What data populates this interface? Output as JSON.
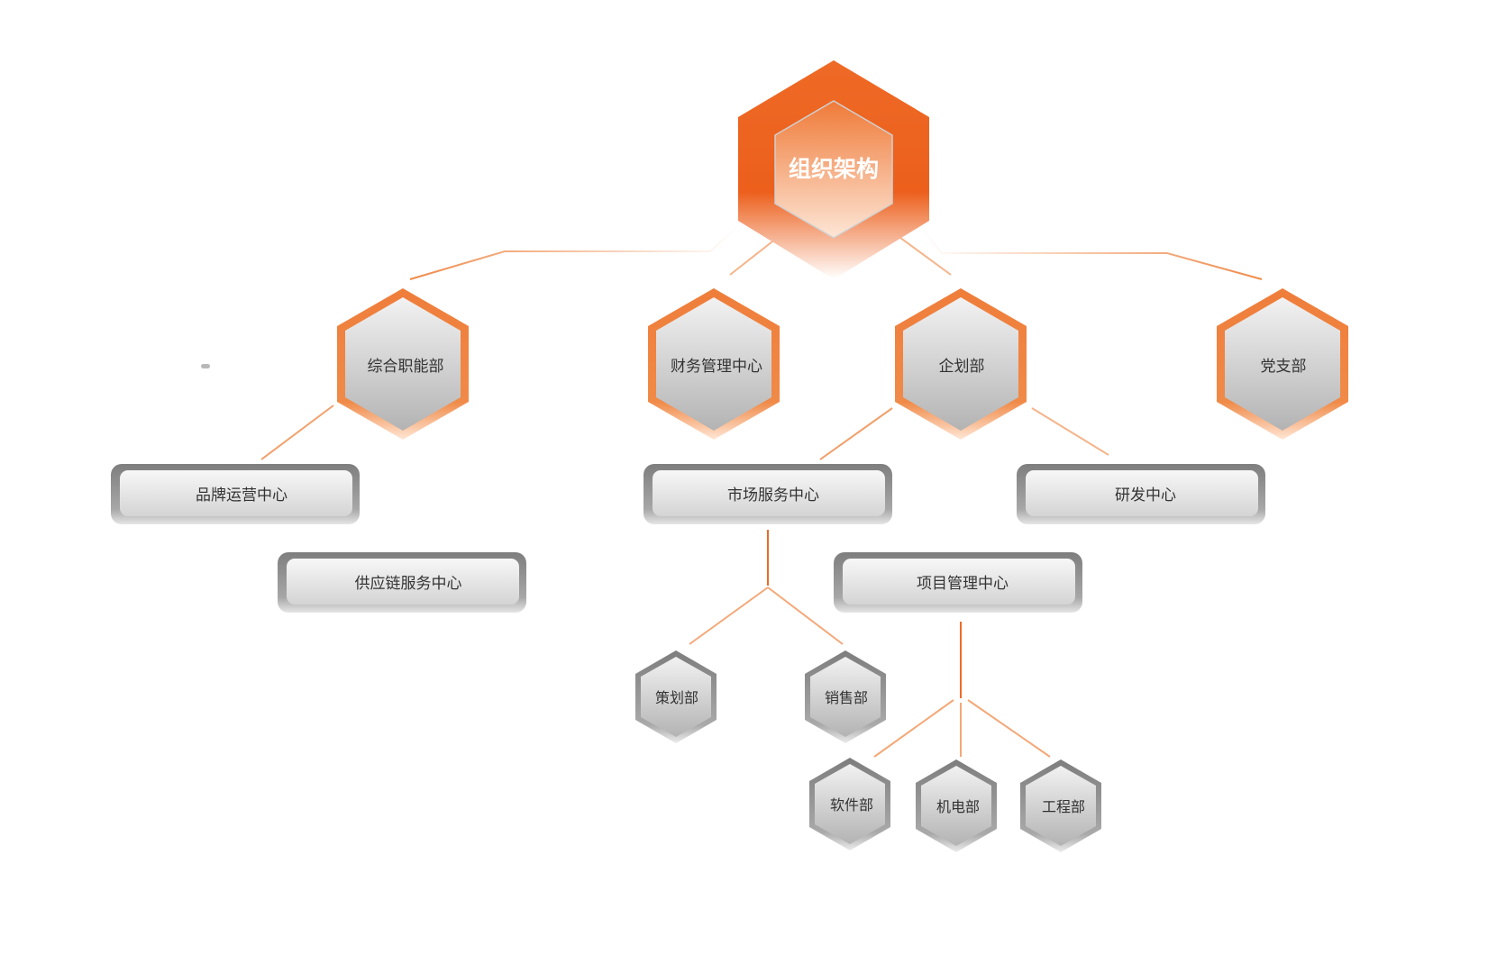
{
  "root": {
    "label": "组织架构"
  },
  "departments": [
    {
      "label": "综合职能部"
    },
    {
      "label": "财务管理中心"
    },
    {
      "label": "企划部"
    },
    {
      "label": "党支部"
    }
  ],
  "centers": [
    {
      "label": "品牌运营中心"
    },
    {
      "label": "供应链服务中心"
    },
    {
      "label": "市场服务中心"
    },
    {
      "label": "研发中心"
    },
    {
      "label": "项目管理中心"
    }
  ],
  "units": [
    {
      "label": "策划部"
    },
    {
      "label": "销售部"
    },
    {
      "label": "软件部"
    },
    {
      "label": "机电部"
    },
    {
      "label": "工程部"
    }
  ],
  "colors": {
    "accent": "#ee6a26",
    "accent_light": "#f7b58a",
    "line": "#ee8a4a",
    "gray_frame": "#8a8a8a",
    "gray_fill": "#dcdcdc",
    "text_dark": "#333333",
    "text_light": "#ffffff"
  }
}
